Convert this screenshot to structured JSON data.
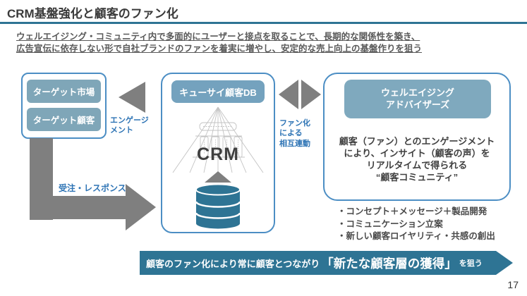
{
  "slide": {
    "title": "CRM基盤強化と顧客のファン化",
    "page_number": "17"
  },
  "subtitle": {
    "line1": "ウェルエイジング・コミュニティ内で多面的にユーザーと接点を取ることで、長期的な関係性を築き、",
    "line2": "広告宣伝に依存しない形で自社ブランドのファンを着実に増やし、安定的な売上向上の基盤作りを狙う"
  },
  "left_panel": {
    "items": [
      {
        "label": "ターゲット市場"
      },
      {
        "label": "ターゲット顧客"
      }
    ]
  },
  "center_panel": {
    "header": "キューサイ顧客DB",
    "crm_label": "CRM"
  },
  "right_panel": {
    "header": "ウェルエイジング\nアドバイザーズ",
    "description": "顧客（ファン）とのエンゲージメント\nにより、インサイト（顧客の声）を\nリアルタイムで得られる\n“顧客コミュニティ”",
    "bullets": [
      "・コンセプト＋メッセージ＋製品開発",
      "・コミュニケーション立案",
      "・新しい顧客ロイヤリティ・共感の創出"
    ]
  },
  "flow_labels": {
    "engagement": "エンゲージ\nメント",
    "orders_response": "受注・レスポンス",
    "fan_linkage": "ファン化\nによる\n相互連動"
  },
  "banner": {
    "prefix": "顧客のファン化により常に顧客とつながり",
    "highlight": "「新たな顧客層の獲得」",
    "suffix": "を狙う"
  },
  "colors": {
    "accent_teal": "#2E7494",
    "pill_blue": "#7FA6B8",
    "border_blue": "#4C8EC4",
    "label_blue": "#2E74B5",
    "arrow_gray": "#7F7F7F"
  }
}
